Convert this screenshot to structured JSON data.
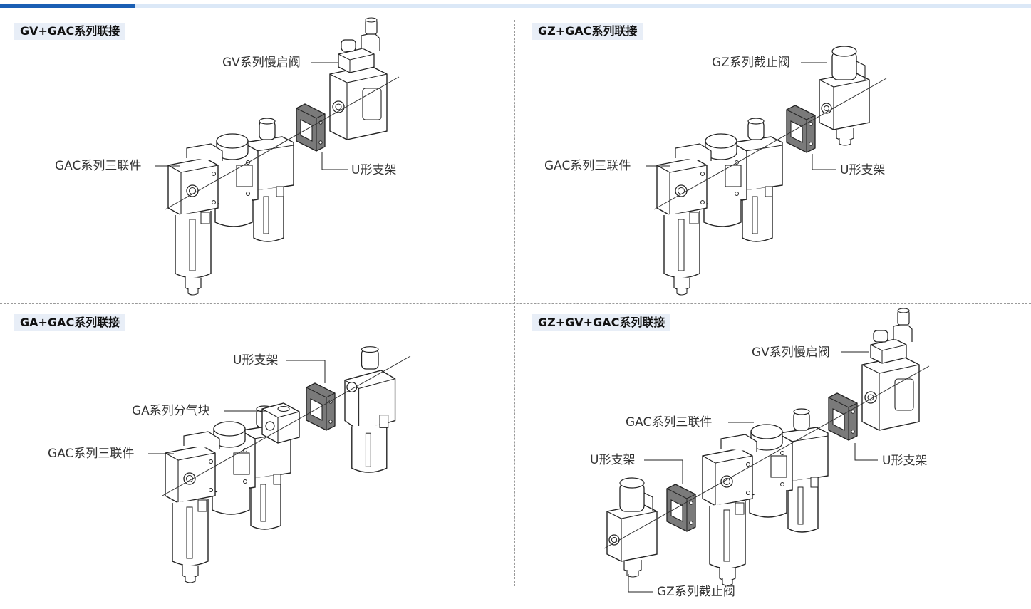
{
  "panels": [
    {
      "title": "GV+GAC系列联接",
      "labels": {
        "gv": "GV系列慢启阀",
        "u": "U形支架",
        "gac": "GAC系列三联件"
      }
    },
    {
      "title": "GZ+GAC系列联接",
      "labels": {
        "gz": "GZ系列截止阀",
        "u": "U形支架",
        "gac": "GAC系列三联件"
      }
    },
    {
      "title": "GA+GAC系列联接",
      "labels": {
        "u": "U形支架",
        "ga": "GA系列分气块",
        "gac": "GAC系列三联件"
      }
    },
    {
      "title": "GZ+GV+GAC系列联接",
      "labels": {
        "gv": "GV系列慢启阀",
        "gac": "GAC系列三联件",
        "u_left": "U形支架",
        "u_right": "U形支架",
        "gz": "GZ系列截止阀"
      }
    }
  ],
  "colors": {
    "accent": "#1a5fb4",
    "tab_bg": "#e8eef7",
    "line": "#222222",
    "bracket": "#707070"
  }
}
